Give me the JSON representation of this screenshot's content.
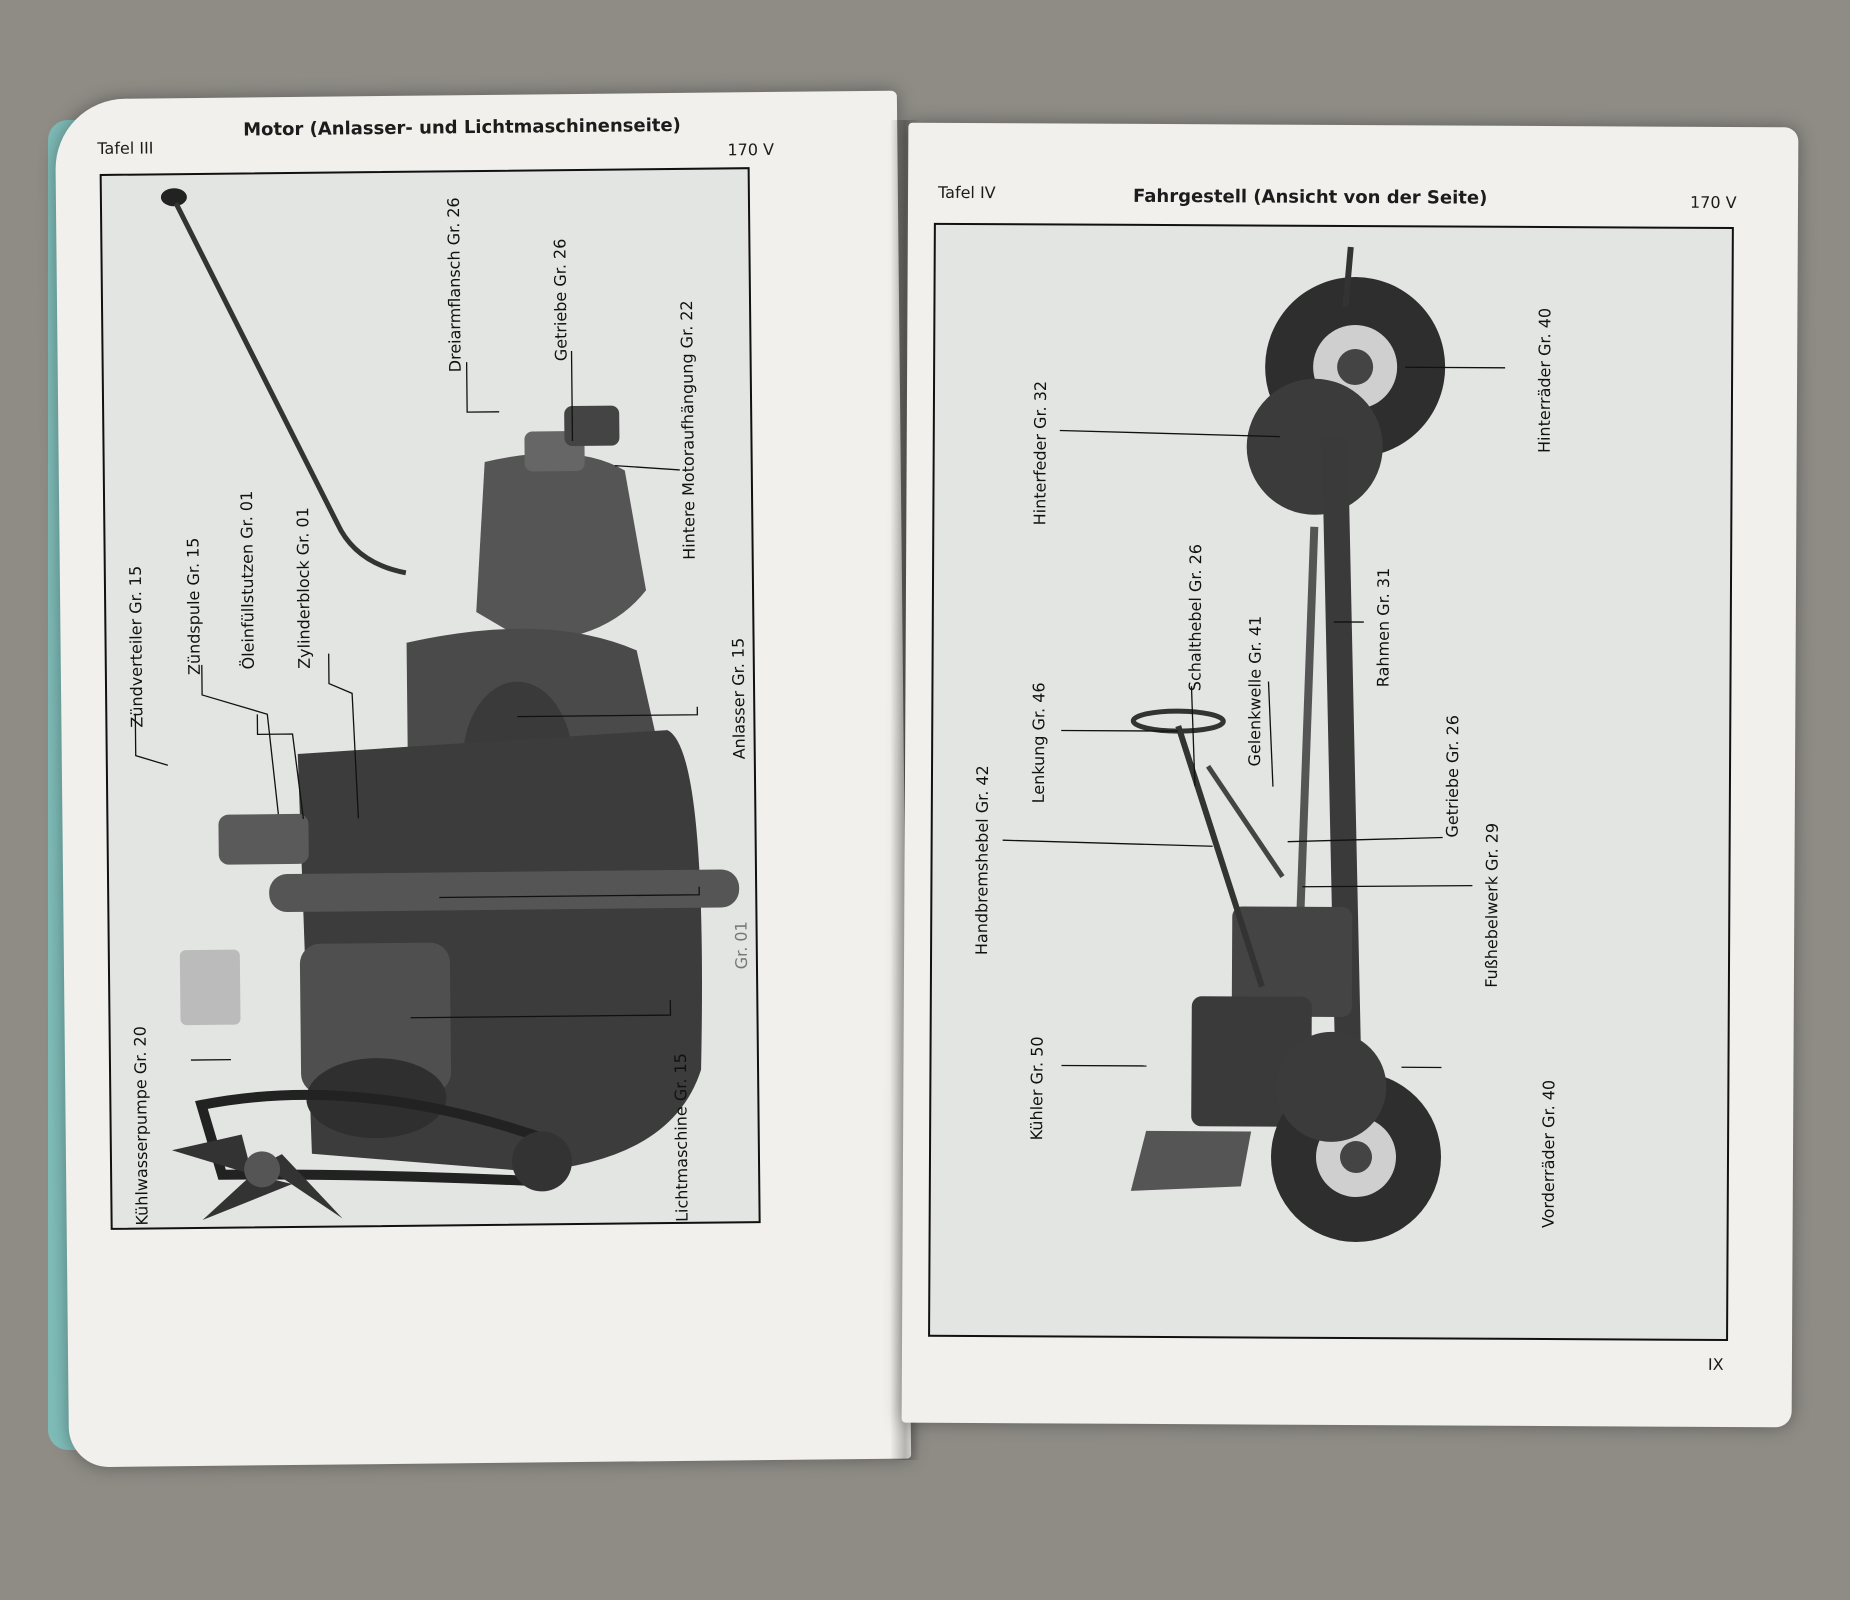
{
  "left_page": {
    "plate": "Tafel III",
    "title": "Motor (Anlasser- und Lichtmaschinenseite)",
    "model": "170 V",
    "labels": [
      "Dreiarmflansch Gr. 26",
      "Getriebe Gr. 26",
      "Hintere Motoraufhängung Gr. 22",
      "Zündverteiler Gr. 15",
      "Zündspule Gr. 15",
      "Öleinfüllstutzen Gr. 01",
      "Zylinderblock Gr. 01",
      "Anlasser Gr. 15",
      "Kühlwasserpumpe Gr. 20",
      "Lichtmaschine Gr. 15",
      "Gr. 01"
    ]
  },
  "right_page": {
    "plate": "Tafel IV",
    "title": "Fahrgestell (Ansicht von der Seite)",
    "model": "170 V",
    "page_number": "IX",
    "labels": [
      "Hinterfeder Gr. 32",
      "Hinterräder Gr. 40",
      "Schalthebel Gr. 26",
      "Gelenkwelle Gr. 41",
      "Rahmen Gr. 31",
      "Lenkung Gr. 46",
      "Handbremshebel Gr. 42",
      "Getriebe Gr. 26",
      "Fußhebelwerk Gr. 29",
      "Kühler Gr. 50",
      "Vorderräder Gr. 40"
    ]
  },
  "colors": {
    "paper": "#f1f0ec",
    "photo_background": "#e3e5e3",
    "ink": "#111111",
    "cover_edge": "#7fbcb8"
  }
}
